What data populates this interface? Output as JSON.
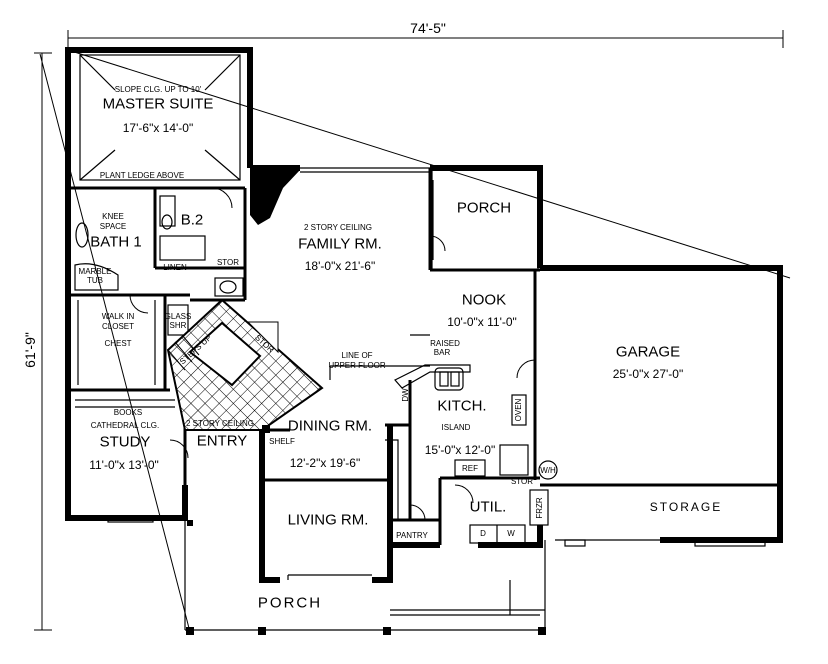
{
  "dimensions": {
    "overall_width": "74'-5\"",
    "overall_depth": "61'-9\""
  },
  "rooms": {
    "master_suite": {
      "ceiling": "SLOPE CLG. UP TO 10'",
      "name": "MASTER SUITE",
      "size": "17'-6\"x 14'-0\"",
      "note": "PLANT LEDGE ABOVE"
    },
    "bath1": {
      "name": "BATH 1",
      "knee": "KNEE",
      "space": "SPACE",
      "marble": "MARBLE",
      "tub": "TUB"
    },
    "bath2": {
      "name": "B.2"
    },
    "linen": "LINEN",
    "stor1": "STOR",
    "closet": {
      "walk": "WALK IN",
      "closet": "CLOSET",
      "chest": "CHEST",
      "glass": "GLASS",
      "shr": "SHR"
    },
    "family": {
      "ceiling": "2 STORY CEILING",
      "name": "FAMILY RM.",
      "size": "18'-0\"x 21'-6\""
    },
    "porch_rear": "PORCH",
    "nook": {
      "name": "NOOK",
      "size": "10'-0\"x 11'-0\""
    },
    "raised_bar": {
      "line1": "RAISED",
      "line2": "BAR"
    },
    "upper_floor": {
      "line1": "LINE OF",
      "line2": "UPPER FLOOR"
    },
    "garage": {
      "name": "GARAGE",
      "size": "25'-0\"x 27'-0\""
    },
    "storage": "STORAGE",
    "kitchen": {
      "name": "KITCH.",
      "island": "ISLAND",
      "size": "15'-0\"x 12'-0\"",
      "oven": "OVEN",
      "ref": "REF",
      "dw": "DW",
      "wh": "W/H",
      "stor": "STOR"
    },
    "util": {
      "name": "UTIL.",
      "frzr": "FRZR",
      "d": "D",
      "w": "W"
    },
    "pantry": "PANTRY",
    "study": {
      "books": "BOOKS",
      "ceiling": "CATHEDRAL CLG.",
      "name": "STUDY",
      "size": "11'-0\"x 13'-0\""
    },
    "entry": {
      "ceiling": "2 STORY CEILING",
      "name": "ENTRY",
      "shelf": "SHELF",
      "steps_up": "STEPS UP",
      "stor": "STOR"
    },
    "dining": {
      "name": "DINING RM.",
      "size": "12'-2\"x 19'-6\""
    },
    "living": {
      "name": "LIVING RM."
    },
    "porch_front": "PORCH"
  }
}
